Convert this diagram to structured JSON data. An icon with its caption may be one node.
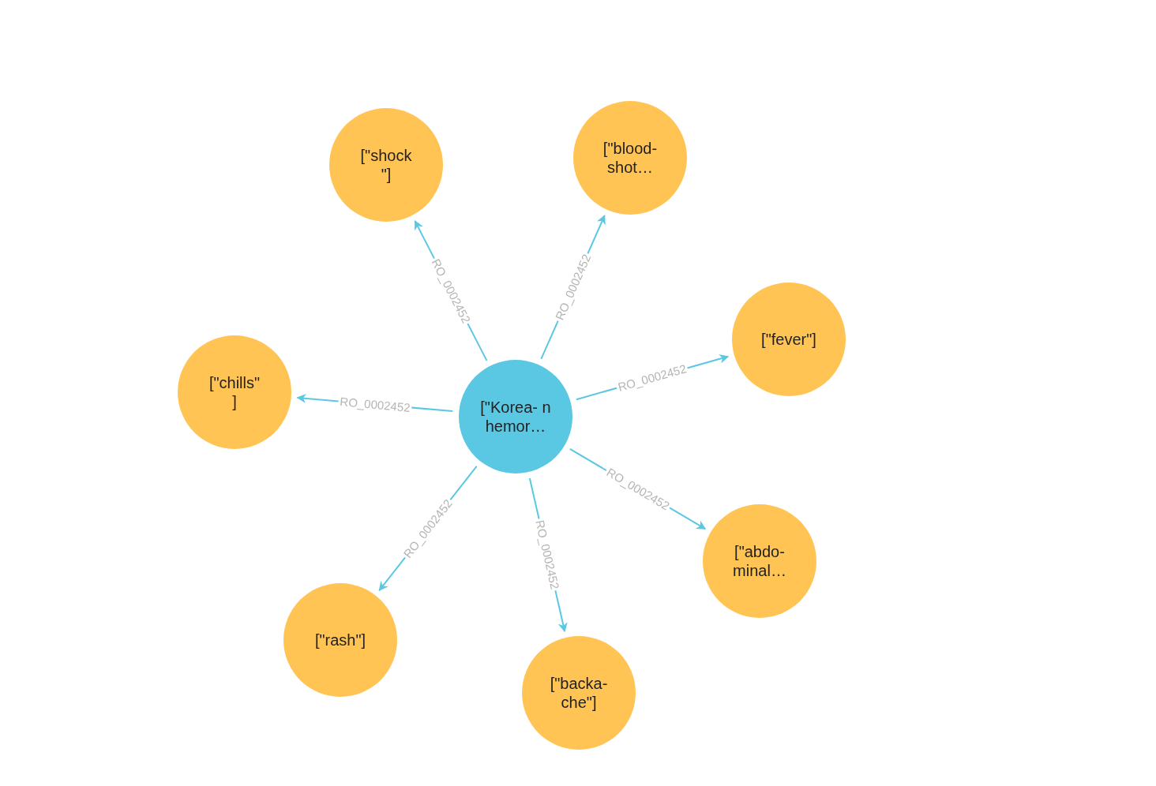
{
  "diagram": {
    "nodes": [
      {
        "text": [
          "[\"Korea- n hemor…"
        ]
      },
      {
        "text": [
          "[\"shock \"]"
        ]
      },
      {
        "text": [
          "[\"blood- shot…"
        ]
      },
      {
        "text": [
          "[\"fever\"]"
        ]
      },
      {
        "text": [
          "[\"chills\" ]"
        ]
      },
      {
        "text": [
          "[\"abdo- minal…"
        ]
      },
      {
        "text": [
          "[\"backa- che\"]"
        ]
      },
      {
        "text": [
          "[\"rash\"]"
        ]
      }
    ],
    "edges": [
      {
        "from": 0,
        "to": 1,
        "arrow": "to",
        "label": "RO_0002452"
      },
      {
        "from": 0,
        "to": 2,
        "arrow": "to",
        "label": "RO_0002452"
      },
      {
        "from": 0,
        "to": 3,
        "arrow": "to",
        "label": "RO_0002452"
      },
      {
        "from": 0,
        "to": 4,
        "arrow": "to",
        "label": "RO_0002452"
      },
      {
        "from": 0,
        "to": 5,
        "arrow": "to",
        "label": "RO_0002452"
      },
      {
        "from": 0,
        "to": 6,
        "arrow": "to",
        "label": "RO_0002452"
      },
      {
        "from": 0,
        "to": 7,
        "arrow": "to",
        "label": "RO_0002452"
      }
    ]
  }
}
